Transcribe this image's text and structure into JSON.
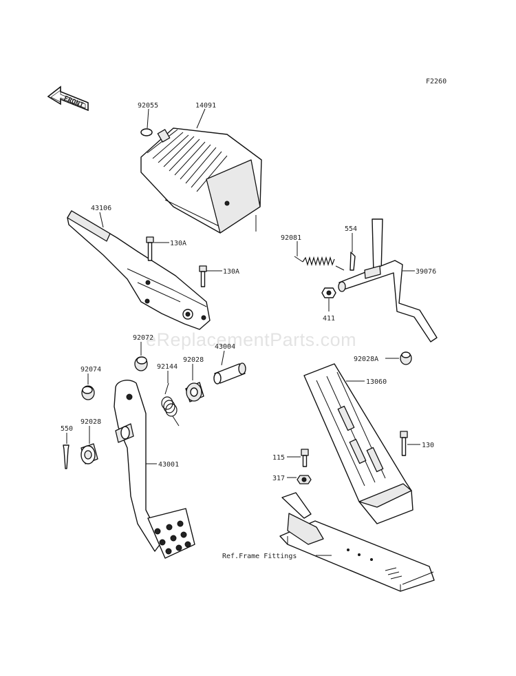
{
  "diagram_code": "F2260",
  "front_label": "FRONT",
  "watermark": "eReplacementParts.com",
  "ref_label": "Ref.Frame Fittings",
  "parts": {
    "p92055": "92055",
    "p14091": "14091",
    "p43106": "43106",
    "p130a_1": "130A",
    "p130a_2": "130A",
    "p92081": "92081",
    "p554": "554",
    "p39076": "39076",
    "p411": "411",
    "p92072": "92072",
    "p43004": "43004",
    "p92074": "92074",
    "p92144": "92144",
    "p92028_1": "92028",
    "p92028a": "92028A",
    "p13060": "13060",
    "p550": "550",
    "p92028_2": "92028",
    "p43001": "43001",
    "p130": "130",
    "p115": "115",
    "p317": "317"
  },
  "colors": {
    "line": "#111111",
    "shade": "#e9e9e9",
    "background": "#ffffff"
  }
}
